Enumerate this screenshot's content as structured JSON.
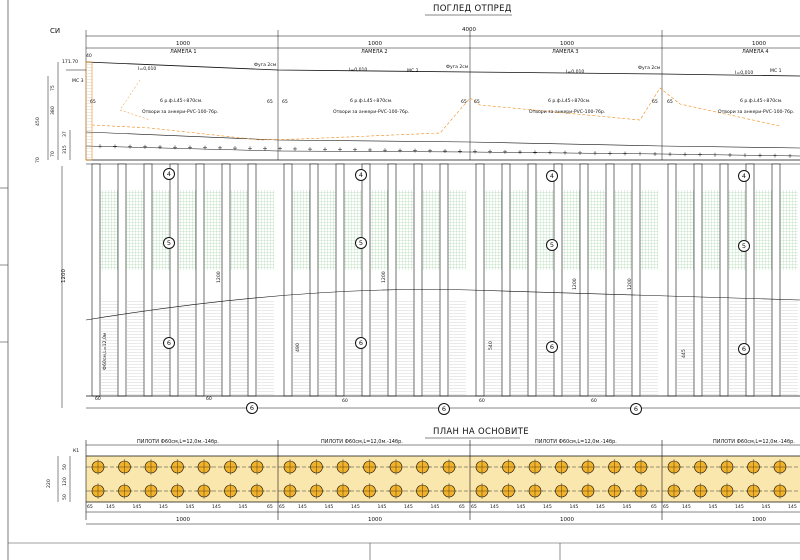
{
  "view_title": "ПОГЛЕД ОТПРЕД",
  "plan_title": "ПЛАН НА ОСНОВИТЕ",
  "side_label": "СИ",
  "total_length": "4000",
  "panel_length": "1000",
  "panels": [
    {
      "name": "ЛАМЕЛА 1",
      "slope": "I=0,010",
      "ms": "МС 3",
      "joint": "Фуга 2см",
      "rebar": "6 р.ф.L45÷870см.",
      "anchors": "Отвори за анкери-PVC-100-76р."
    },
    {
      "name": "ЛАМЕЛА 2",
      "slope": "I=0,010",
      "ms": "МС 2",
      "joint": "Фуга 2см",
      "rebar": "6 р.ф.L45÷870см.",
      "anchors": "Отвори за анкери-PVC-100-76р."
    },
    {
      "name": "ЛАМЕЛА 3",
      "slope": "I=0,010",
      "ms": "",
      "joint": "Фуга 2см",
      "rebar": "6 р.ф.L45÷870см.",
      "anchors": "Отвори за анкери-PVC-100-76р."
    },
    {
      "name": "ЛАМЕЛА 4",
      "slope": "I=0,010",
      "ms": "МС 1",
      "joint": "",
      "rebar": "6 р.ф.L45÷870см.",
      "anchors": "Отвори за анкери-PVC-100-76р."
    }
  ],
  "elevation": "171.70",
  "left_dims": {
    "d40": "40",
    "d450": "450",
    "d380": "380",
    "d70": "70",
    "d37": "37",
    "d315": "315",
    "d70b": "70",
    "d75": "75",
    "d1200": "1200"
  },
  "edge_dims": {
    "d65": "65"
  },
  "pile_dims": [
    "1200",
    "1200",
    "1200",
    "1200"
  ],
  "pile_depths": [
    "Ф60см,L=12,0м",
    "490",
    "540",
    "445"
  ],
  "bottom_dims": {
    "d60": "60"
  },
  "markers": {
    "m4": "4",
    "m5": "5",
    "m6": "6"
  },
  "plan": {
    "pile_label": "ПИЛОТИ Ф60см,L=12,0м.-14бр.",
    "axis_mark": "К1",
    "row_dims": [
      "50",
      "120",
      "50"
    ],
    "total_width": "220",
    "spacing": "145",
    "end": "65",
    "panel_length": "1000"
  },
  "colors": {
    "line": "#111111",
    "hatch_green": "#2e9a3c",
    "pile_fill": "#f2b22a",
    "orange": "#f08a1a",
    "yellow_band": "#f7df93"
  }
}
